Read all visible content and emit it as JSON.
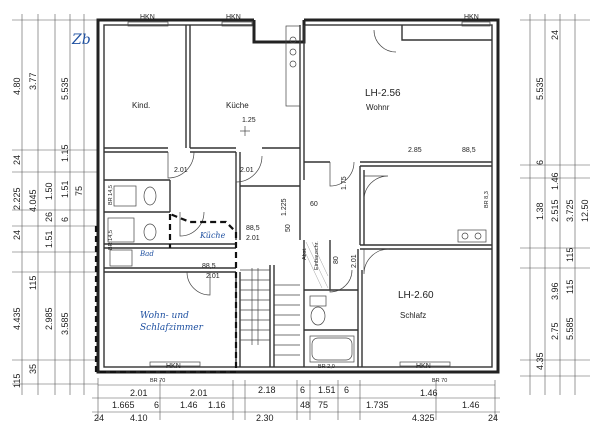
{
  "rooms": {
    "kind": "Kind.",
    "kueche": "Küche",
    "wohnr": "Wohnr",
    "schlafz": "Schlafz",
    "bad": "Bad",
    "kueche_hand": "Küche",
    "wohn_schlaf_line1": "Wohn- und",
    "wohn_schlaf_line2": "Schlafzimmer",
    "abst": "Abst.",
    "einbauschr": "Einbauschr."
  },
  "annotations": {
    "lh_top": "LH-2.56",
    "lh_bottom": "LH-2.60",
    "hkn": "HKN",
    "br70": "BR 70",
    "br145": "BR 14,5",
    "br83": "BR 8,3",
    "br20": "BR 2,0",
    "corner_note": "Zb"
  },
  "dims_bottom_row1": [
    "2.01",
    "2.01",
    "1.46"
  ],
  "dims_bottom_row2": [
    "1.665",
    "6",
    "1.46",
    "1.16",
    "2.18",
    "6",
    "1.51",
    "6",
    "1.735",
    "1.46"
  ],
  "dims_bottom_row3": [
    "24",
    "4.10",
    "2.30",
    "48",
    "75",
    "4.325",
    "24"
  ],
  "dims_left": [
    "4.80",
    "3.77",
    "5.535",
    "24",
    "1.15",
    "2.225",
    "4.045",
    "1.50",
    "26",
    "24",
    "1.51",
    "6",
    "1.51",
    "75",
    "4.435",
    "2.985",
    "3.585",
    "115",
    "35",
    "115"
  ],
  "dims_right": [
    "5.535",
    "5.585",
    "1.38",
    "6",
    "1.46",
    "2.515",
    "3.725",
    "12.50",
    "3.96",
    "2.75",
    "115",
    "4.35",
    "115",
    "24"
  ],
  "dims_inner": [
    "1.25",
    "2.85",
    "88,5",
    "2.01",
    "2.01",
    "60",
    "1.225",
    "50",
    "88,5",
    "2.01",
    "80",
    "2.01",
    "2.01",
    "88,5",
    "1.75"
  ]
}
